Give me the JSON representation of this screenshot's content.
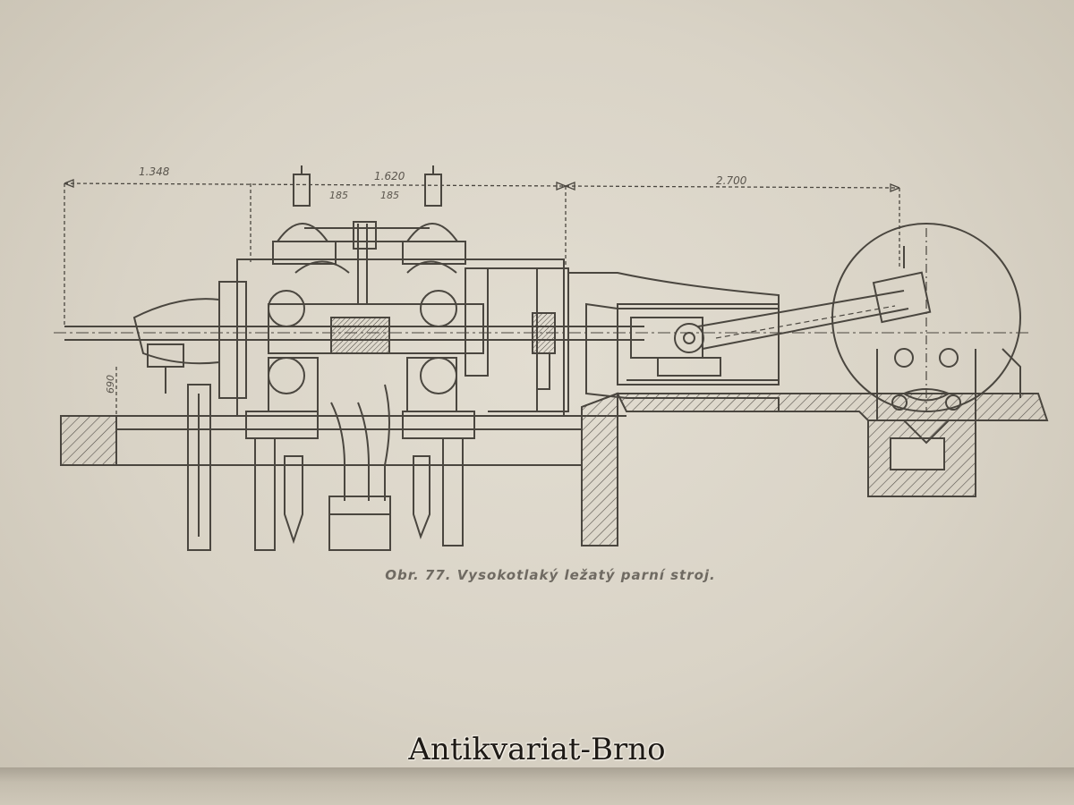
{
  "figure": {
    "caption": "Obr. 77. Vysokotlaký ležatý parní stroj.",
    "dimensions": {
      "left_span": "1.348",
      "middle_span": "1.620",
      "right_span": "2.700",
      "valve_left": "185",
      "valve_right": "185",
      "height": "690"
    }
  },
  "watermark": {
    "text": "Antikvariat-Brno"
  },
  "colors": {
    "ink": "#4a463f",
    "paper": "#ddd7ca"
  }
}
